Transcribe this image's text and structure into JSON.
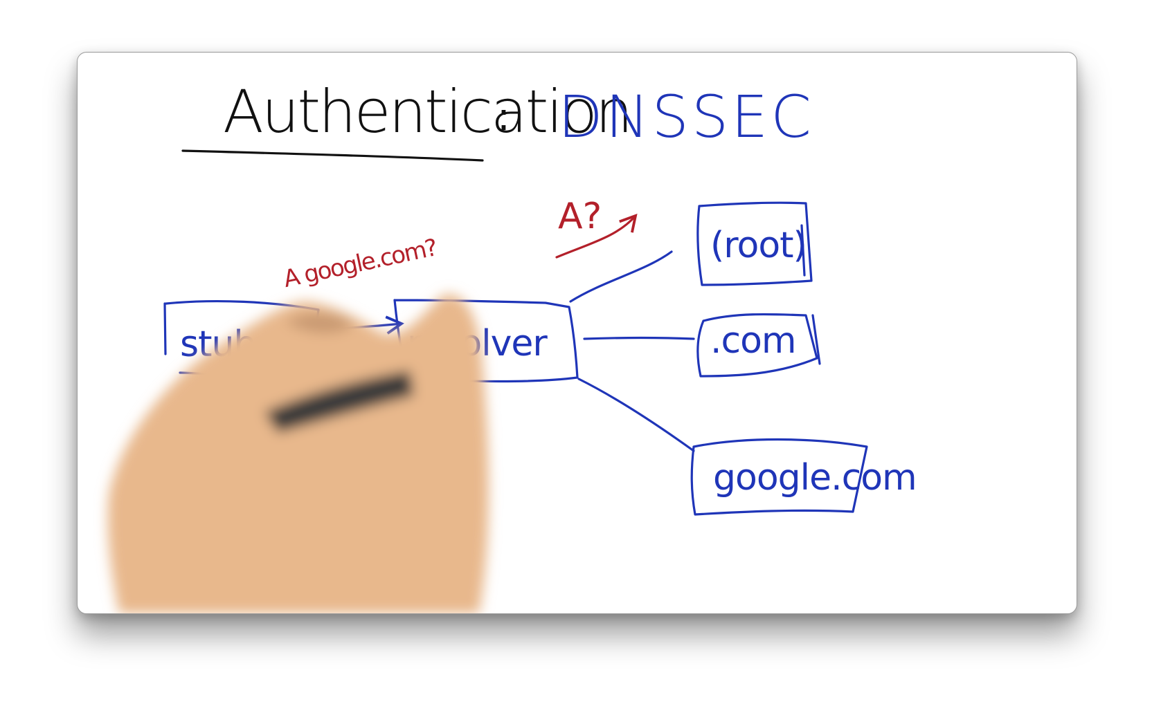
{
  "title": "Authentication",
  "separator": ":",
  "subtitle": "DNSSEC",
  "nodes": {
    "stub": "stub",
    "resolver": "resolver",
    "root": "(root)",
    "com": ".com",
    "google": "google.com"
  },
  "queries": {
    "stub_to_resolver": "A google.com?",
    "resolver_to_servers": "A?"
  },
  "colors": {
    "ink": "#111111",
    "blue_marker": "#1f35b8",
    "red_marker": "#b3202a",
    "skin": "#e8b88c"
  }
}
